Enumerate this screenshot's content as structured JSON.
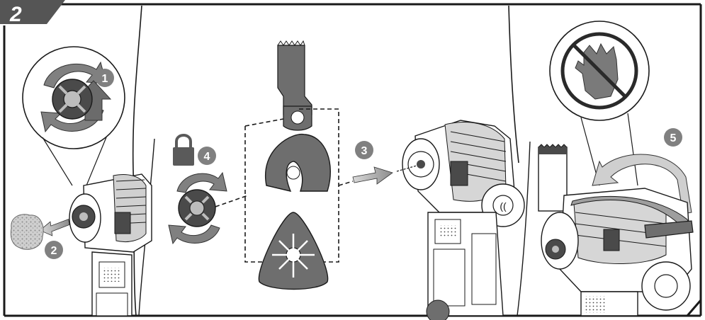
{
  "figure": {
    "step_badge": "2",
    "callouts": [
      "1",
      "2",
      "3",
      "4",
      "5"
    ]
  },
  "colors": {
    "outline": "#1a1a1a",
    "badge_fill": "#555555",
    "callout_fill": "#808080",
    "arrow_gray": "#8c8c8c",
    "dark_part": "#4a4a4a",
    "mid_part": "#6b6b6b",
    "light_part": "#bdbdbd",
    "accessory_fill": "#6e6e6e"
  },
  "icons": [
    "rotate-arrows-icon",
    "lock-icon",
    "no-bare-hands-icon",
    "push-arrow-icon",
    "curved-arrow-icon"
  ]
}
